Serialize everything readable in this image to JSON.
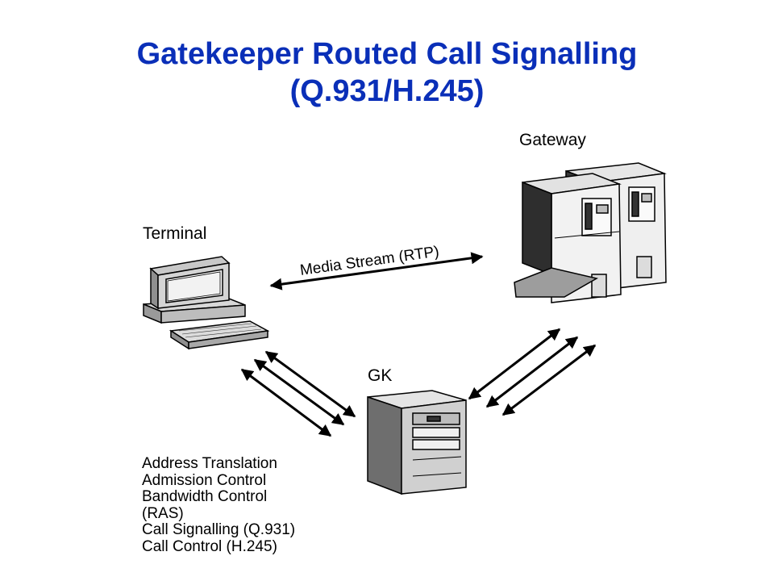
{
  "title": {
    "line1": "Gatekeeper Routed Call Signalling",
    "line2": "(Q.931/H.245)"
  },
  "labels": {
    "terminal": "Terminal",
    "gateway": "Gateway",
    "gk": "GK",
    "media_stream": "Media Stream (RTP)"
  },
  "functions": [
    "Address Translation",
    "Admission Control",
    "Bandwidth Control",
    "(RAS)",
    "Call Signalling (Q.931)",
    "Call Control (H.245)"
  ],
  "colors": {
    "title": "#0a2fb8",
    "arrows": "#000000"
  }
}
